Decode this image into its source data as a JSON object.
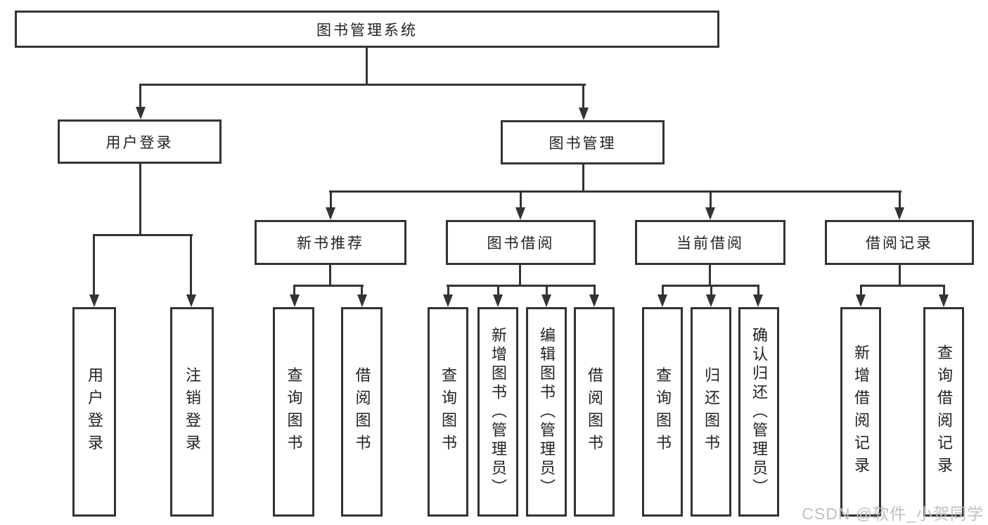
{
  "nodes": {
    "root": "图书管理系统",
    "level2": [
      "用户登录",
      "图书管理"
    ],
    "level3": [
      "新书推荐",
      "图书借阅",
      "当前借阅",
      "借阅记录"
    ],
    "level4": [
      "用户登录",
      "注销登录",
      "查询图书",
      "借阅图书",
      "查询图书",
      "新增图书（管理员）",
      "编辑图书（管理员）",
      "借阅图书",
      "查询图书",
      "归还图书",
      "确认归还（管理员）",
      "新增借阅记录",
      "查询借阅记录"
    ]
  },
  "watermark": "CSDN @软件_小贺同学",
  "colors": {
    "line": "#333333",
    "text": "#222222",
    "background": "#ffffff",
    "watermark": "#c0c0c0"
  }
}
